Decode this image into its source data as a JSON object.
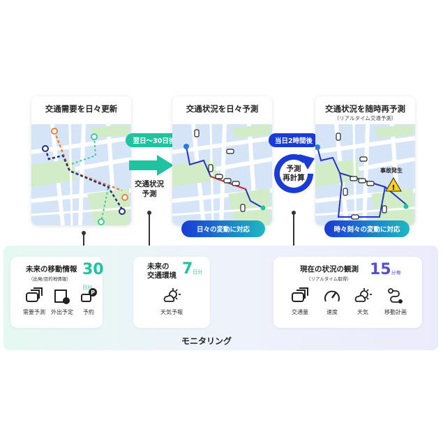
{
  "stages": [
    {
      "title": "交通需要を日々更新"
    },
    {
      "title": "交通状況を日々予測",
      "badge": "日々の変動に対応"
    },
    {
      "title": "交通状況を随時再予測",
      "subtitle": "（リアルタイム交通予測）",
      "badge": "時々刻々の変動に対応",
      "incident_label": "事故発生"
    }
  ],
  "transition1": {
    "pill": "翌日〜30日後",
    "caption_line1": "交通状況",
    "caption_line2": "予測"
  },
  "transition2": {
    "pill": "当日2時間後",
    "cycle_line1": "予測",
    "cycle_line2": "再計算"
  },
  "monitoring": {
    "label": "モニタリング",
    "future_movement": {
      "title": "未来の移動情報",
      "subtitle": "（出発/目的地情報）",
      "number": "30",
      "unit": "日分",
      "items": [
        {
          "icon": "cars-icon",
          "label": "需要予測"
        },
        {
          "icon": "calendar-clock-icon",
          "label": "外出予定"
        },
        {
          "icon": "parking-car-icon",
          "label": "予約"
        }
      ]
    },
    "future_env": {
      "title_line1": "未来の",
      "title_line2": "交通環境",
      "number": "7",
      "unit": "日分",
      "items": [
        {
          "icon": "weather-icon",
          "label": "天気予報"
        }
      ]
    },
    "current": {
      "title": "現在の状況の観測",
      "subtitle": "（リアルタイム取得）",
      "number": "15",
      "unit": "分毎",
      "items": [
        {
          "icon": "cars-icon",
          "label": "交通量"
        },
        {
          "icon": "speedometer-icon",
          "label": "速度"
        },
        {
          "icon": "weather-icon",
          "label": "天気"
        },
        {
          "icon": "route-icon",
          "label": "移動計画"
        }
      ]
    }
  },
  "colors": {
    "teal": "#1fc3a0",
    "blue": "#1a3bd6",
    "indigo": "#5050d0"
  }
}
